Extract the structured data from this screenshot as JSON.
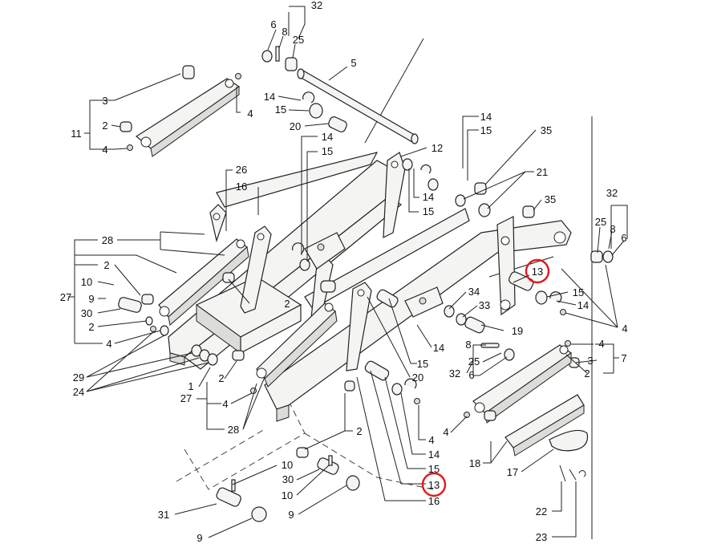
{
  "diagram": {
    "highlight_color": "#e0191b",
    "callouts": [
      {
        "id": "c32a",
        "text": "32"
      },
      {
        "id": "c6a",
        "text": "6"
      },
      {
        "id": "c8a",
        "text": "8"
      },
      {
        "id": "c25a",
        "text": "25"
      },
      {
        "id": "c5",
        "text": "5"
      },
      {
        "id": "c3a",
        "text": "3"
      },
      {
        "id": "c2a",
        "text": "2"
      },
      {
        "id": "c11",
        "text": "11"
      },
      {
        "id": "c4a",
        "text": "4"
      },
      {
        "id": "c4b",
        "text": "4"
      },
      {
        "id": "c14a",
        "text": "14"
      },
      {
        "id": "c15a",
        "text": "15"
      },
      {
        "id": "c20a",
        "text": "20"
      },
      {
        "id": "c14b",
        "text": "14"
      },
      {
        "id": "c15b",
        "text": "15"
      },
      {
        "id": "c12",
        "text": "12"
      },
      {
        "id": "c14c",
        "text": "14"
      },
      {
        "id": "c15c",
        "text": "15"
      },
      {
        "id": "c35a",
        "text": "35"
      },
      {
        "id": "c14d",
        "text": "14"
      },
      {
        "id": "c15d",
        "text": "15"
      },
      {
        "id": "c21",
        "text": "21"
      },
      {
        "id": "c35b",
        "text": "35"
      },
      {
        "id": "c26",
        "text": "26"
      },
      {
        "id": "c16a",
        "text": "16"
      },
      {
        "id": "c32b",
        "text": "32"
      },
      {
        "id": "c25b",
        "text": "25"
      },
      {
        "id": "c8b",
        "text": "8"
      },
      {
        "id": "c6b",
        "text": "6"
      },
      {
        "id": "c28a",
        "text": "28"
      },
      {
        "id": "c2b",
        "text": "2"
      },
      {
        "id": "c10a",
        "text": "10"
      },
      {
        "id": "c27a",
        "text": "27"
      },
      {
        "id": "c9a",
        "text": "9"
      },
      {
        "id": "c30a",
        "text": "30"
      },
      {
        "id": "c2c",
        "text": "2"
      },
      {
        "id": "c4c",
        "text": "4"
      },
      {
        "id": "c2d",
        "text": "2"
      },
      {
        "id": "c13a",
        "text": "13"
      },
      {
        "id": "c15e",
        "text": "15"
      },
      {
        "id": "c14e",
        "text": "14"
      },
      {
        "id": "c4d",
        "text": "4"
      },
      {
        "id": "c34",
        "text": "34"
      },
      {
        "id": "c33",
        "text": "33"
      },
      {
        "id": "c19",
        "text": "19"
      },
      {
        "id": "c14f",
        "text": "14"
      },
      {
        "id": "c8c",
        "text": "8"
      },
      {
        "id": "c25c",
        "text": "25"
      },
      {
        "id": "c32c",
        "text": "32"
      },
      {
        "id": "c6c",
        "text": "6"
      },
      {
        "id": "c15f",
        "text": "15"
      },
      {
        "id": "c20b",
        "text": "20"
      },
      {
        "id": "c4e",
        "text": "4"
      },
      {
        "id": "c3b",
        "text": "3"
      },
      {
        "id": "c7",
        "text": "7"
      },
      {
        "id": "c2e",
        "text": "2"
      },
      {
        "id": "c29",
        "text": "29"
      },
      {
        "id": "c24",
        "text": "24"
      },
      {
        "id": "c1",
        "text": "1"
      },
      {
        "id": "c2f",
        "text": "2"
      },
      {
        "id": "c27b",
        "text": "27"
      },
      {
        "id": "c4f",
        "text": "4"
      },
      {
        "id": "c28b",
        "text": "28"
      },
      {
        "id": "c2g",
        "text": "2"
      },
      {
        "id": "c4g",
        "text": "4"
      },
      {
        "id": "c4h",
        "text": "4"
      },
      {
        "id": "c14g",
        "text": "14"
      },
      {
        "id": "c15g",
        "text": "15"
      },
      {
        "id": "c13b",
        "text": "13"
      },
      {
        "id": "c16b",
        "text": "16"
      },
      {
        "id": "c10b",
        "text": "10"
      },
      {
        "id": "c30b",
        "text": "30"
      },
      {
        "id": "c10c",
        "text": "10"
      },
      {
        "id": "c9b",
        "text": "9"
      },
      {
        "id": "c31",
        "text": "31"
      },
      {
        "id": "c9c",
        "text": "9"
      },
      {
        "id": "c18",
        "text": "18"
      },
      {
        "id": "c17",
        "text": "17"
      },
      {
        "id": "c22",
        "text": "22"
      },
      {
        "id": "c23",
        "text": "23"
      }
    ]
  }
}
